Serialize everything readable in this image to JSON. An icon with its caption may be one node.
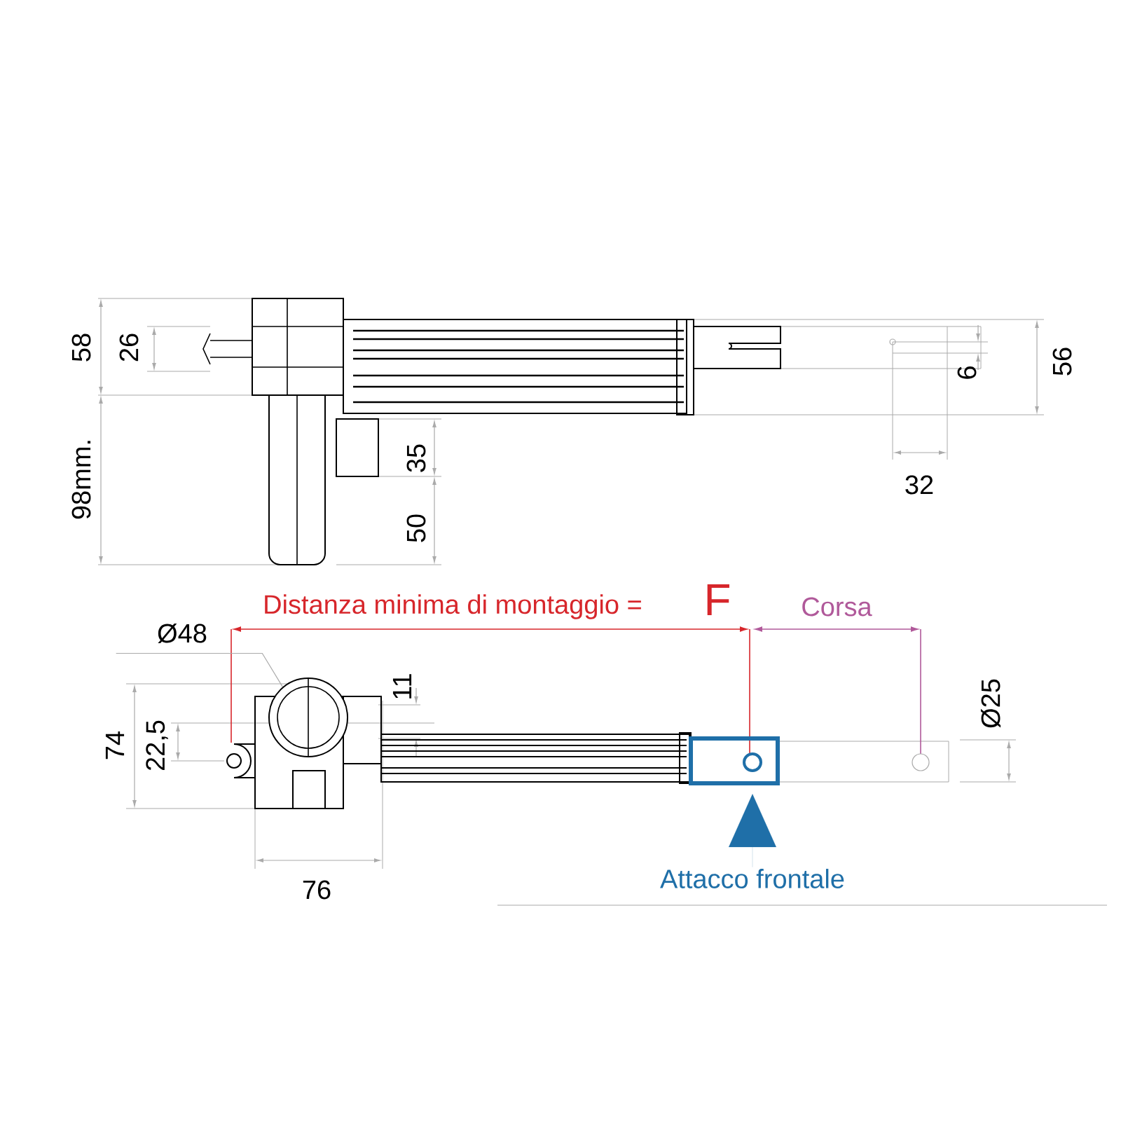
{
  "diagram": {
    "nodes": [
      {
        "text": [
          "Attacco frontale"
        ]
      },
      {
        "text": [],
        "shape": "box"
      },
      {
        "text": [
          "Ø48"
        ]
      },
      {
        "text": [],
        "shape": "circle"
      }
    ],
    "edges": [
      {
        "from": 0,
        "to": 1,
        "arrow": "to",
        "color": "#1f6fa8"
      },
      {
        "from": 2,
        "to": 3,
        "arrow": "none",
        "color": "#aaaaaa"
      }
    ],
    "labels": [
      "58",
      "26",
      "56",
      "6",
      "35",
      "98mm.",
      "50",
      "32",
      "Distanza minima di montaggio =",
      "F",
      "Corsa",
      "11",
      "Ø25",
      "74",
      "22,5",
      "76"
    ]
  }
}
